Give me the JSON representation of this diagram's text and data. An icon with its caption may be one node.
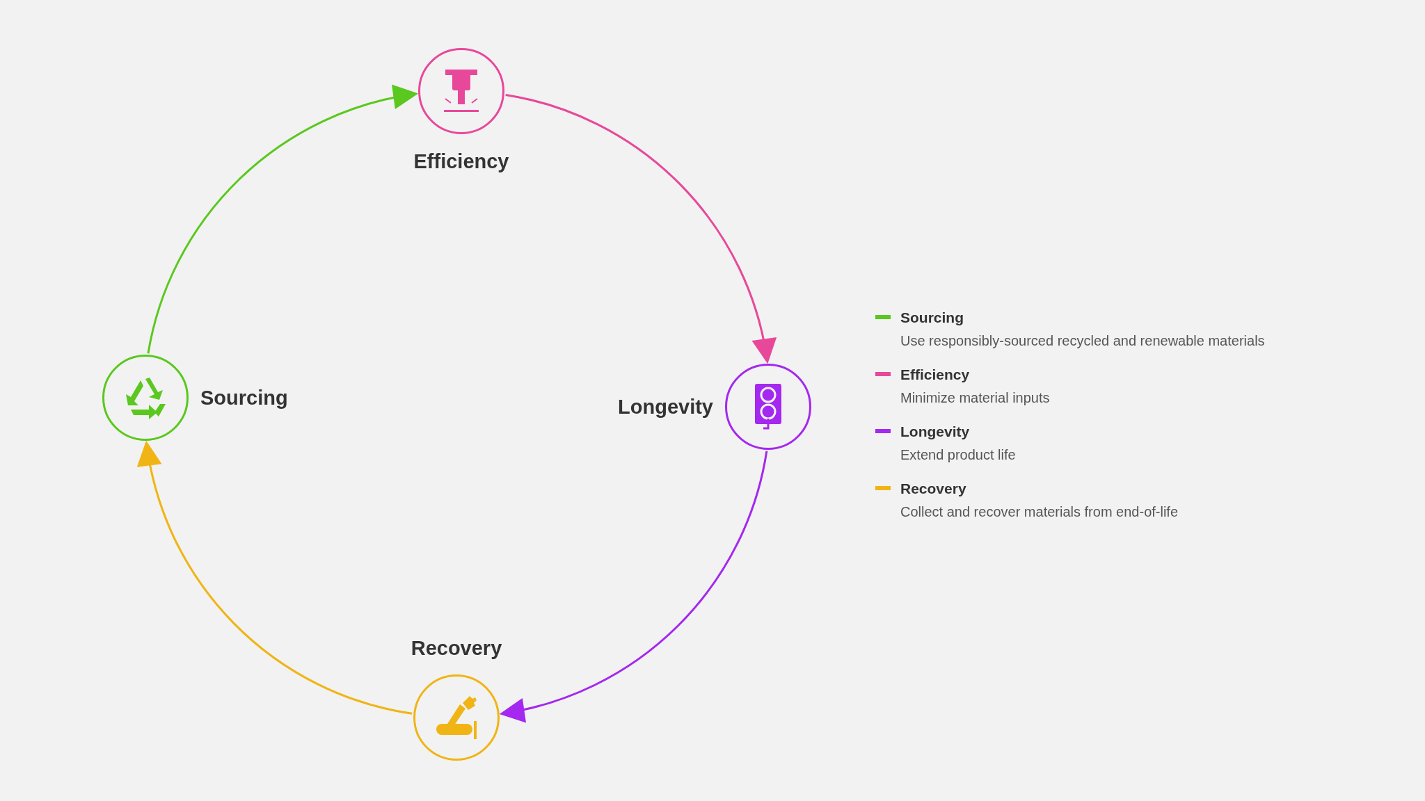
{
  "diagram": {
    "nodes": [
      {
        "text": [
          "Efficiency"
        ]
      },
      {
        "text": [
          "Sourcing"
        ]
      },
      {
        "text": [
          "Longevity"
        ]
      },
      {
        "text": [
          "Recovery"
        ]
      }
    ],
    "edges": [
      {
        "from": 1,
        "to": 0,
        "arrow": "to",
        "color": "#5ac81e"
      },
      {
        "from": 0,
        "to": 2,
        "arrow": "to",
        "color": "#e8489a"
      },
      {
        "from": 2,
        "to": 3,
        "arrow": "to",
        "color": "#a428f0"
      },
      {
        "from": 3,
        "to": 1,
        "arrow": "to",
        "color": "#f0b414"
      }
    ],
    "labels": [
      "Use responsibly-sourced recycled and renewable materials",
      "Minimize material inputs",
      "Extend product life",
      "Collect and recover materials from end-of-life"
    ],
    "legend": [
      {
        "text": "Sourcing",
        "color": "#5ac81e"
      },
      {
        "text": "Efficiency",
        "color": "#e8489a"
      },
      {
        "text": "Longevity",
        "color": "#a428f0"
      },
      {
        "text": "Recovery",
        "color": "#f0b414"
      }
    ]
  }
}
